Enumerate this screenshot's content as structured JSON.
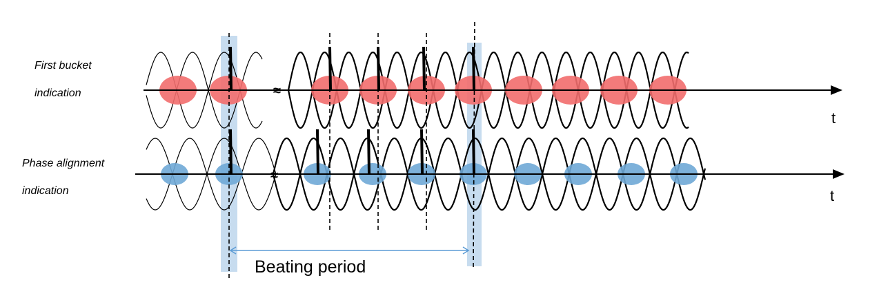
{
  "labels": {
    "first_bucket_line1": "First bucket",
    "first_bucket_line2": "indication",
    "phase_align_line1": "Phase alignment",
    "phase_align_line2": "indication",
    "time_axis_top": "t",
    "time_axis_bottom": "t",
    "beating_period": "Beating period",
    "break_symbol": "≈"
  },
  "colors": {
    "bucket_fill": "#f26d6d",
    "phase_fill": "#6fa8d6",
    "highlight_band": "#c7dcef",
    "arrow": "#5b9bd5",
    "line": "#000000"
  },
  "rows": {
    "first_bucket": {
      "bucket_count_left": 2,
      "bucket_count_right": 8
    },
    "phase_alignment": {
      "bucket_count_left": 2,
      "bucket_count_right": 8
    }
  }
}
